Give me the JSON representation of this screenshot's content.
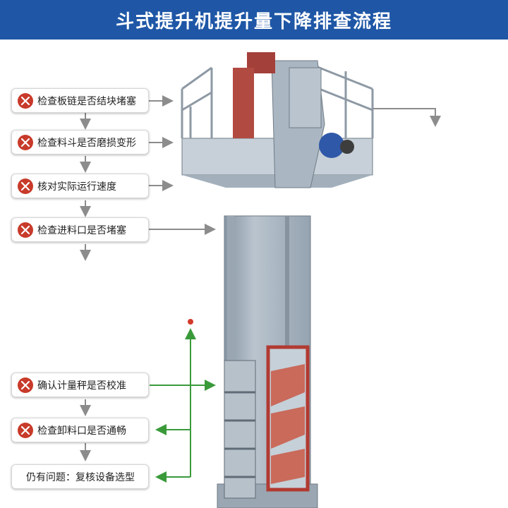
{
  "header": {
    "title": "斗式提升机提升量下降排查流程"
  },
  "steps": [
    {
      "label": "检查板链是否结块堵塞",
      "icon": "tools-icon"
    },
    {
      "label": "检查料斗是否磨损变形",
      "icon": "tools-icon"
    },
    {
      "label": "核对实际运行速度",
      "icon": "tools-icon"
    },
    {
      "label": "检查进料口是否堵塞",
      "icon": "tools-icon"
    },
    {
      "label": "确认计量秤是否校准",
      "icon": "tools-icon"
    },
    {
      "label": "检查卸料口是否通畅",
      "icon": "tools-icon"
    },
    {
      "label": "仍有问题：复核设备选型",
      "icon": ""
    }
  ],
  "colors": {
    "header": "#1f57a6",
    "icon": "#c83a2a",
    "arrow_grey": "#8c8c8c",
    "arrow_green": "#3a9a3a",
    "machine": "#a7b3bf",
    "frame_red": "#b13a32"
  }
}
